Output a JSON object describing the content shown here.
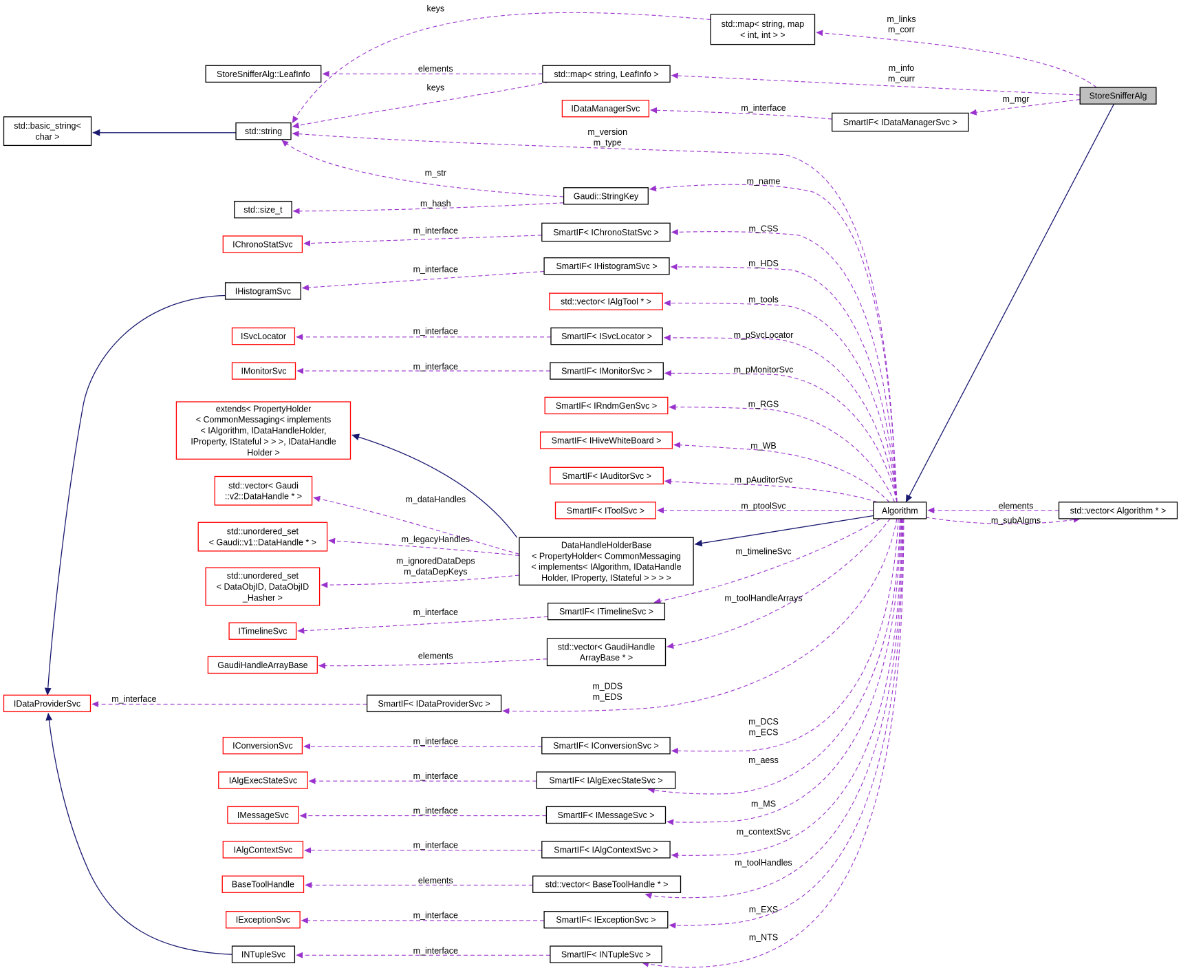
{
  "colors": {
    "usage_edge": "#9a32cd",
    "inheritance_edge": "#191970",
    "node_border_default": "#000000",
    "node_border_undocumented": "#ff0000",
    "focus_fill": "#bfbfbf"
  },
  "nodes": [
    {
      "id": "stdmap_links",
      "lines": [
        "std::map< string, map",
        "< int, int > >"
      ],
      "border": "black"
    },
    {
      "id": "leafinfo",
      "lines": [
        "StoreSnifferAlg::LeafInfo"
      ],
      "border": "black"
    },
    {
      "id": "stdmap_leaf",
      "lines": [
        "std::map< string, LeafInfo >"
      ],
      "border": "black"
    },
    {
      "id": "storesniffer",
      "lines": [
        "StoreSnifferAlg"
      ],
      "border": "black",
      "focus": true
    },
    {
      "id": "idatamgr",
      "lines": [
        "IDataManagerSvc"
      ],
      "border": "red"
    },
    {
      "id": "smart_idatamgr",
      "lines": [
        "SmartIF< IDataManagerSvc >"
      ],
      "border": "black"
    },
    {
      "id": "basic_string",
      "lines": [
        "std::basic_string<",
        "char >"
      ],
      "border": "black"
    },
    {
      "id": "stdstring",
      "lines": [
        "std::string"
      ],
      "border": "black"
    },
    {
      "id": "stringkey",
      "lines": [
        "Gaudi::StringKey"
      ],
      "border": "black"
    },
    {
      "id": "sizet",
      "lines": [
        "std::size_t"
      ],
      "border": "black"
    },
    {
      "id": "ichrono",
      "lines": [
        "IChronoStatSvc"
      ],
      "border": "red"
    },
    {
      "id": "smart_chrono",
      "lines": [
        "SmartIF< IChronoStatSvc >"
      ],
      "border": "black"
    },
    {
      "id": "ihisto",
      "lines": [
        "IHistogramSvc"
      ],
      "border": "black"
    },
    {
      "id": "smart_histo",
      "lines": [
        "SmartIF< IHistogramSvc >"
      ],
      "border": "black"
    },
    {
      "id": "vec_algtool",
      "lines": [
        "std::vector< IAlgTool * >"
      ],
      "border": "red"
    },
    {
      "id": "isvcloc",
      "lines": [
        "ISvcLocator"
      ],
      "border": "red"
    },
    {
      "id": "smart_svcloc",
      "lines": [
        "SmartIF< ISvcLocator >"
      ],
      "border": "black"
    },
    {
      "id": "imonitor",
      "lines": [
        "IMonitorSvc"
      ],
      "border": "red"
    },
    {
      "id": "smart_monitor",
      "lines": [
        "SmartIF< IMonitorSvc >"
      ],
      "border": "black"
    },
    {
      "id": "smart_rndm",
      "lines": [
        "SmartIF< IRndmGenSvc >"
      ],
      "border": "red"
    },
    {
      "id": "extends",
      "lines": [
        "extends< PropertyHolder",
        "< CommonMessaging< implements",
        "< IAlgorithm, IDataHandleHolder,",
        " IProperty, IStateful > > >, IDataHandle",
        "Holder >"
      ],
      "border": "red"
    },
    {
      "id": "smart_hive",
      "lines": [
        "SmartIF< IHiveWhiteBoard >"
      ],
      "border": "red"
    },
    {
      "id": "vec_datahandle",
      "lines": [
        "std::vector< Gaudi",
        "::v2::DataHandle * >"
      ],
      "border": "red"
    },
    {
      "id": "smart_auditor",
      "lines": [
        "SmartIF< IAuditorSvc >"
      ],
      "border": "red"
    },
    {
      "id": "smart_toolsvc",
      "lines": [
        "SmartIF< IToolSvc >"
      ],
      "border": "red"
    },
    {
      "id": "algorithm",
      "lines": [
        "Algorithm"
      ],
      "border": "black"
    },
    {
      "id": "vec_algorithm",
      "lines": [
        "std::vector< Algorithm * >"
      ],
      "border": "black"
    },
    {
      "id": "uset_datahandle",
      "lines": [
        "std::unordered_set",
        "< Gaudi::v1::DataHandle * >"
      ],
      "border": "red"
    },
    {
      "id": "dhhb",
      "lines": [
        "DataHandleHolderBase",
        "< PropertyHolder< CommonMessaging",
        "< implements< IAlgorithm, IDataHandle",
        "Holder, IProperty, IStateful > > > >"
      ],
      "border": "black"
    },
    {
      "id": "uset_dataobjid",
      "lines": [
        "std::unordered_set",
        "< DataObjID, DataObjID",
        "_Hasher >"
      ],
      "border": "red"
    },
    {
      "id": "itimeline",
      "lines": [
        "ITimelineSvc"
      ],
      "border": "red"
    },
    {
      "id": "smart_timeline",
      "lines": [
        "SmartIF< ITimelineSvc >"
      ],
      "border": "black"
    },
    {
      "id": "ghab",
      "lines": [
        "GaudiHandleArrayBase"
      ],
      "border": "red"
    },
    {
      "id": "vec_ghab",
      "lines": [
        "std::vector< GaudiHandle",
        "ArrayBase * >"
      ],
      "border": "black"
    },
    {
      "id": "idataprov",
      "lines": [
        "IDataProviderSvc"
      ],
      "border": "red"
    },
    {
      "id": "smart_dataprov",
      "lines": [
        "SmartIF< IDataProviderSvc >"
      ],
      "border": "black"
    },
    {
      "id": "iconv",
      "lines": [
        "IConversionSvc"
      ],
      "border": "red"
    },
    {
      "id": "smart_conv",
      "lines": [
        "SmartIF< IConversionSvc >"
      ],
      "border": "black"
    },
    {
      "id": "iaes",
      "lines": [
        "IAlgExecStateSvc"
      ],
      "border": "red"
    },
    {
      "id": "smart_aes",
      "lines": [
        "SmartIF< IAlgExecStateSvc >"
      ],
      "border": "black"
    },
    {
      "id": "imsg",
      "lines": [
        "IMessageSvc"
      ],
      "border": "red"
    },
    {
      "id": "smart_msg",
      "lines": [
        "SmartIF< IMessageSvc >"
      ],
      "border": "black"
    },
    {
      "id": "iactx",
      "lines": [
        "IAlgContextSvc"
      ],
      "border": "red"
    },
    {
      "id": "smart_actx",
      "lines": [
        "SmartIF< IAlgContextSvc >"
      ],
      "border": "black"
    },
    {
      "id": "btoolhandle",
      "lines": [
        "BaseToolHandle"
      ],
      "border": "red"
    },
    {
      "id": "vec_btoolhandle",
      "lines": [
        "std::vector< BaseToolHandle * >"
      ],
      "border": "black"
    },
    {
      "id": "iexc",
      "lines": [
        "IExceptionSvc"
      ],
      "border": "red"
    },
    {
      "id": "smart_exc",
      "lines": [
        "SmartIF< IExceptionSvc >"
      ],
      "border": "black"
    },
    {
      "id": "intuple",
      "lines": [
        "INTupleSvc"
      ],
      "border": "black"
    },
    {
      "id": "smart_ntuple",
      "lines": [
        "SmartIF< INTupleSvc >"
      ],
      "border": "black"
    }
  ],
  "edges": [
    {
      "from": "storesniffer",
      "to": "stdmap_links",
      "kind": "usage",
      "labels": [
        "m_links",
        "m_corr"
      ]
    },
    {
      "from": "storesniffer",
      "to": "stdmap_leaf",
      "kind": "usage",
      "labels": [
        "m_info",
        "m_curr"
      ]
    },
    {
      "from": "storesniffer",
      "to": "smart_idatamgr",
      "kind": "usage",
      "labels": [
        "m_mgr"
      ]
    },
    {
      "from": "storesniffer",
      "to": "algorithm",
      "kind": "inheritance",
      "labels": []
    },
    {
      "from": "stdmap_links",
      "to": "stdstring",
      "kind": "usage",
      "labels": [
        "keys"
      ]
    },
    {
      "from": "stdmap_leaf",
      "to": "leafinfo",
      "kind": "usage",
      "labels": [
        "elements"
      ]
    },
    {
      "from": "stdmap_leaf",
      "to": "stdstring",
      "kind": "usage",
      "labels": [
        "keys"
      ]
    },
    {
      "from": "smart_idatamgr",
      "to": "idatamgr",
      "kind": "usage",
      "labels": [
        "m_interface"
      ]
    },
    {
      "from": "stdstring",
      "to": "basic_string",
      "kind": "inheritance",
      "labels": []
    },
    {
      "from": "stringkey",
      "to": "stdstring",
      "kind": "usage",
      "labels": [
        "m_str"
      ]
    },
    {
      "from": "stringkey",
      "to": "sizet",
      "kind": "usage",
      "labels": [
        "m_hash"
      ]
    },
    {
      "from": "algorithm",
      "to": "stdstring",
      "kind": "usage",
      "labels": [
        "m_version",
        "m_type"
      ]
    },
    {
      "from": "algorithm",
      "to": "stringkey",
      "kind": "usage",
      "labels": [
        "m_name"
      ]
    },
    {
      "from": "algorithm",
      "to": "smart_chrono",
      "kind": "usage",
      "labels": [
        "m_CSS"
      ]
    },
    {
      "from": "smart_chrono",
      "to": "ichrono",
      "kind": "usage",
      "labels": [
        "m_interface"
      ]
    },
    {
      "from": "algorithm",
      "to": "smart_histo",
      "kind": "usage",
      "labels": [
        "m_HDS"
      ]
    },
    {
      "from": "smart_histo",
      "to": "ihisto",
      "kind": "usage",
      "labels": [
        "m_interface"
      ]
    },
    {
      "from": "algorithm",
      "to": "vec_algtool",
      "kind": "usage",
      "labels": [
        "m_tools"
      ]
    },
    {
      "from": "algorithm",
      "to": "smart_svcloc",
      "kind": "usage",
      "labels": [
        "m_pSvcLocator"
      ]
    },
    {
      "from": "smart_svcloc",
      "to": "isvcloc",
      "kind": "usage",
      "labels": [
        "m_interface"
      ]
    },
    {
      "from": "algorithm",
      "to": "smart_monitor",
      "kind": "usage",
      "labels": [
        "m_pMonitorSvc"
      ]
    },
    {
      "from": "smart_monitor",
      "to": "imonitor",
      "kind": "usage",
      "labels": [
        "m_interface"
      ]
    },
    {
      "from": "algorithm",
      "to": "smart_rndm",
      "kind": "usage",
      "labels": [
        "m_RGS"
      ]
    },
    {
      "from": "algorithm",
      "to": "smart_hive",
      "kind": "usage",
      "labels": [
        "m_WB"
      ]
    },
    {
      "from": "algorithm",
      "to": "smart_auditor",
      "kind": "usage",
      "labels": [
        "m_pAuditorSvc"
      ]
    },
    {
      "from": "algorithm",
      "to": "smart_toolsvc",
      "kind": "usage",
      "labels": [
        "m_ptoolSvc"
      ]
    },
    {
      "from": "vec_algorithm",
      "to": "algorithm",
      "kind": "usage",
      "labels": [
        "elements"
      ]
    },
    {
      "from": "algorithm",
      "to": "vec_algorithm",
      "kind": "usage",
      "labels": [
        "m_subAlgms"
      ]
    },
    {
      "from": "algorithm",
      "to": "dhhb",
      "kind": "inheritance",
      "labels": []
    },
    {
      "from": "dhhb",
      "to": "extends",
      "kind": "inheritance",
      "labels": []
    },
    {
      "from": "dhhb",
      "to": "vec_datahandle",
      "kind": "usage",
      "labels": [
        "m_dataHandles"
      ]
    },
    {
      "from": "dhhb",
      "to": "uset_datahandle",
      "kind": "usage",
      "labels": [
        "m_legacyHandles"
      ]
    },
    {
      "from": "dhhb",
      "to": "uset_dataobjid",
      "kind": "usage",
      "labels": [
        "m_ignoredDataDeps",
        "m_dataDepKeys"
      ]
    },
    {
      "from": "algorithm",
      "to": "smart_timeline",
      "kind": "usage",
      "labels": [
        "m_timelineSvc"
      ]
    },
    {
      "from": "smart_timeline",
      "to": "itimeline",
      "kind": "usage",
      "labels": [
        "m_interface"
      ]
    },
    {
      "from": "algorithm",
      "to": "vec_ghab",
      "kind": "usage",
      "labels": [
        "m_toolHandleArrays"
      ]
    },
    {
      "from": "vec_ghab",
      "to": "ghab",
      "kind": "usage",
      "labels": [
        "elements"
      ]
    },
    {
      "from": "algorithm",
      "to": "smart_dataprov",
      "kind": "usage",
      "labels": [
        "m_DDS",
        "m_EDS"
      ]
    },
    {
      "from": "smart_dataprov",
      "to": "idataprov",
      "kind": "usage",
      "labels": [
        "m_interface"
      ]
    },
    {
      "from": "ihisto",
      "to": "idataprov",
      "kind": "inheritance",
      "labels": []
    },
    {
      "from": "intuple",
      "to": "idataprov",
      "kind": "inheritance",
      "labels": []
    },
    {
      "from": "algorithm",
      "to": "smart_conv",
      "kind": "usage",
      "labels": [
        "m_DCS",
        "m_ECS"
      ]
    },
    {
      "from": "smart_conv",
      "to": "iconv",
      "kind": "usage",
      "labels": [
        "m_interface"
      ]
    },
    {
      "from": "algorithm",
      "to": "smart_aes",
      "kind": "usage",
      "labels": [
        "m_aess"
      ]
    },
    {
      "from": "smart_aes",
      "to": "iaes",
      "kind": "usage",
      "labels": [
        "m_interface"
      ]
    },
    {
      "from": "algorithm",
      "to": "smart_msg",
      "kind": "usage",
      "labels": [
        "m_MS"
      ]
    },
    {
      "from": "smart_msg",
      "to": "imsg",
      "kind": "usage",
      "labels": [
        "m_interface"
      ]
    },
    {
      "from": "algorithm",
      "to": "smart_actx",
      "kind": "usage",
      "labels": [
        "m_contextSvc"
      ]
    },
    {
      "from": "smart_actx",
      "to": "iactx",
      "kind": "usage",
      "labels": [
        "m_interface"
      ]
    },
    {
      "from": "algorithm",
      "to": "vec_btoolhandle",
      "kind": "usage",
      "labels": [
        "m_toolHandles"
      ]
    },
    {
      "from": "vec_btoolhandle",
      "to": "btoolhandle",
      "kind": "usage",
      "labels": [
        "elements"
      ]
    },
    {
      "from": "algorithm",
      "to": "smart_exc",
      "kind": "usage",
      "labels": [
        "m_EXS"
      ]
    },
    {
      "from": "smart_exc",
      "to": "iexc",
      "kind": "usage",
      "labels": [
        "m_interface"
      ]
    },
    {
      "from": "algorithm",
      "to": "smart_ntuple",
      "kind": "usage",
      "labels": [
        "m_NTS"
      ]
    },
    {
      "from": "smart_ntuple",
      "to": "intuple",
      "kind": "usage",
      "labels": [
        "m_interface"
      ]
    }
  ]
}
